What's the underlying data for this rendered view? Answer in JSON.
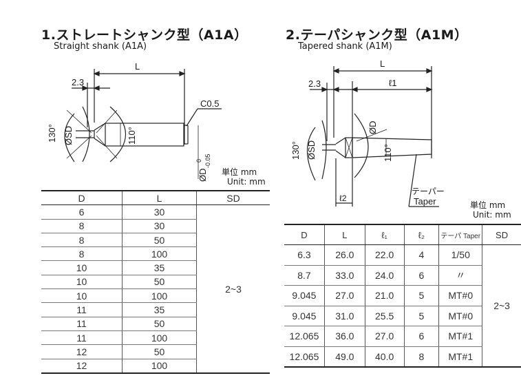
{
  "left": {
    "title": "1.ストレートシャンク型（A1A）",
    "subtitle": "Straight shank (A1A)",
    "diagram_labels": {
      "L": "L",
      "offset": "2.3",
      "chamfer": "C0.5",
      "angle_tip": "130°",
      "angle_cone": "110°",
      "sd": "ØSD",
      "d": "ØD",
      "d_tol_upper": "0",
      "d_tol_lower": "-0.05"
    },
    "unit_ja": "単位 mm",
    "unit_en": "Unit: mm",
    "table": {
      "headers": [
        "D",
        "L",
        "SD"
      ],
      "rows": [
        [
          "6",
          "30"
        ],
        [
          "8",
          "30"
        ],
        [
          "8",
          "50"
        ],
        [
          "8",
          "100"
        ],
        [
          "10",
          "35"
        ],
        [
          "10",
          "50"
        ],
        [
          "10",
          "100"
        ],
        [
          "11",
          "35"
        ],
        [
          "11",
          "50"
        ],
        [
          "11",
          "100"
        ],
        [
          "12",
          "50"
        ],
        [
          "12",
          "100"
        ]
      ],
      "sd_value": "2~3"
    }
  },
  "right": {
    "title": "2.テーパシャンク型（A1M）",
    "subtitle": "Tapered shank (A1M)",
    "diagram_labels": {
      "L": "L",
      "l1": "ℓ1",
      "l2": "ℓ2",
      "offset": "2.3",
      "angle_tip": "130°",
      "angle_cone": "110°",
      "sd": "ØSD",
      "d": "ØD",
      "taper_ja": "テーパー",
      "taper_en": "Taper"
    },
    "unit_ja": "単位 mm",
    "unit_en": "Unit: mm",
    "table": {
      "headers": [
        "D",
        "L",
        "ℓ₁",
        "ℓ₂",
        "テーパ Taper",
        "SD"
      ],
      "rows": [
        [
          "6.3",
          "26.0",
          "22.0",
          "4",
          "1/50"
        ],
        [
          "8.7",
          "33.0",
          "24.0",
          "6",
          "〃"
        ],
        [
          "9.045",
          "27.0",
          "21.0",
          "5",
          "MT#0"
        ],
        [
          "9.045",
          "31.0",
          "25.5",
          "5",
          "MT#0"
        ],
        [
          "12.065",
          "36.0",
          "27.0",
          "6",
          "MT#1"
        ],
        [
          "12.065",
          "49.0",
          "40.0",
          "8",
          "MT#1"
        ]
      ],
      "sd_value": "2~3"
    }
  }
}
